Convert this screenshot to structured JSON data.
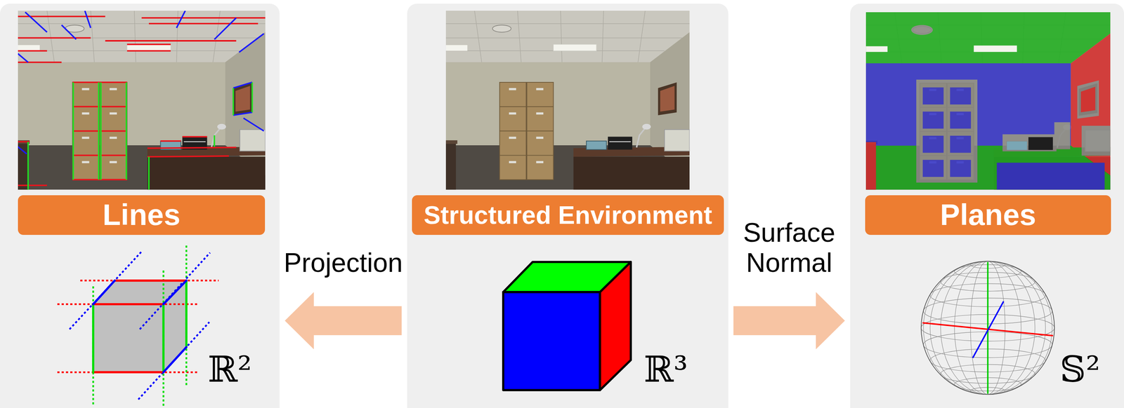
{
  "diagram": {
    "nodes": [
      {
        "text": [
          "ℝ²"
        ]
      },
      {
        "text": [
          "Lines"
        ],
        "in": 0
      },
      {
        "text": [
          "ℝ³"
        ]
      },
      {
        "text": [
          "Structured Environment"
        ],
        "in": 2
      },
      {
        "text": [
          "𝕊²"
        ]
      },
      {
        "text": [
          "Planes"
        ],
        "in": 4
      }
    ],
    "edges": [
      {
        "from": 2,
        "to": 0,
        "arrow": "to",
        "label": "Projection"
      },
      {
        "from": 2,
        "to": 4,
        "arrow": "to",
        "label": "Surface Normal"
      }
    ]
  }
}
